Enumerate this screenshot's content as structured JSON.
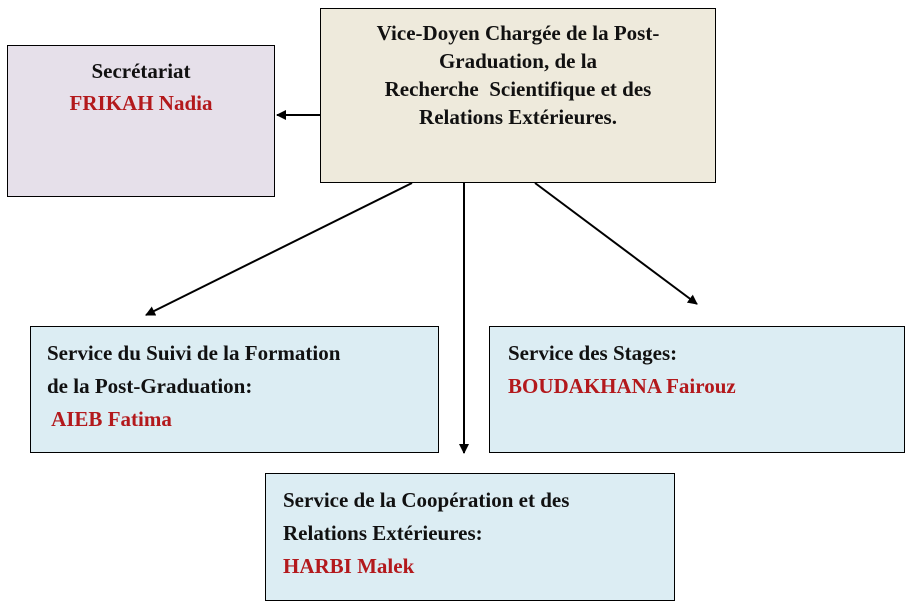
{
  "vice_doyen": {
    "lines": [
      "Vice-Doyen Chargée de la Post-",
      "Graduation, de la",
      "Recherche  Scientifique et des",
      "Relations Extérieures."
    ]
  },
  "secretariat": {
    "title": "Secrétariat",
    "name": "FRIKAH Nadia"
  },
  "service_suivi": {
    "line1": "Service du Suivi de la Formation",
    "line2": "de la Post-Graduation:",
    "name": " AIEB Fatima"
  },
  "service_stages": {
    "line1": "Service des Stages:",
    "name": "BOUDAKHANA Fairouz"
  },
  "service_cooperation": {
    "line1": "Service de la Coopération et des",
    "line2": "Relations Extérieures:",
    "name": "HARBI Malek"
  },
  "colors": {
    "name_text": "#b3191c",
    "vice_doyen_fill": "#eeeadc",
    "secretariat_fill": "#e6e0ea",
    "service_fill": "#dcedf3"
  }
}
